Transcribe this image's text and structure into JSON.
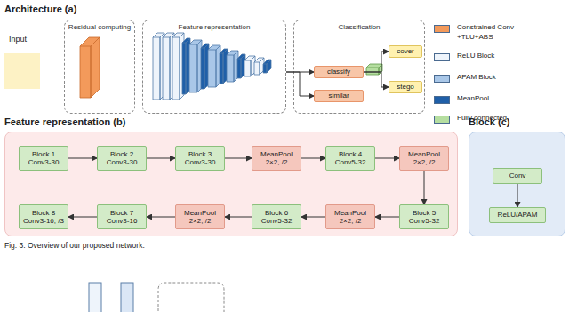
{
  "diagram": {
    "title": "Architecture (a)",
    "caption": "Fig. 3. Overview of our proposed network.",
    "nodes": [
      {
        "text": [
          "Residual computing"
        ]
      },
      {
        "text": [
          "Feature representation"
        ]
      },
      {
        "text": [
          "Classification"
        ]
      },
      {
        "text": [
          "Input"
        ]
      },
      {
        "text": [
          "classify"
        ],
        "in": 2
      },
      {
        "text": [
          "similar"
        ],
        "in": 2
      },
      {
        "text": [
          "cover"
        ],
        "in": 2
      },
      {
        "text": [
          "stego"
        ],
        "in": 2
      },
      {
        "text": [
          "Feature representation (b)"
        ]
      },
      {
        "text": [
          "Block 1",
          "Conv3-30"
        ],
        "in": 8
      },
      {
        "text": [
          "Block 2",
          "Conv3-30"
        ],
        "in": 8
      },
      {
        "text": [
          "Block 3",
          "Conv3-30"
        ],
        "in": 8
      },
      {
        "text": [
          "MeanPool",
          "2×2, /2"
        ],
        "in": 8
      },
      {
        "text": [
          "Block 4",
          "Conv5-32"
        ],
        "in": 8
      },
      {
        "text": [
          "MeanPool",
          "2×2, /2"
        ],
        "in": 8
      },
      {
        "text": [
          "Block 8",
          "Conv3-16, /3"
        ],
        "in": 8
      },
      {
        "text": [
          "Block 7",
          "Conv3-16"
        ],
        "in": 8
      },
      {
        "text": [
          "MeanPool",
          "2×2, /2"
        ],
        "in": 8
      },
      {
        "text": [
          "Block 6",
          "Conv5-32"
        ],
        "in": 8
      },
      {
        "text": [
          "MeanPool",
          "2×2, /2"
        ],
        "in": 8
      },
      {
        "text": [
          "Block 5",
          "Conv5-32"
        ],
        "in": 8
      },
      {
        "text": [
          "Block (c)"
        ]
      },
      {
        "text": [
          "Conv"
        ],
        "in": 21
      },
      {
        "text": [
          "ReLU/APAM"
        ],
        "in": 21
      }
    ],
    "edges": [
      {
        "from": 1,
        "to": 4,
        "arrow": "to"
      },
      {
        "from": 1,
        "to": 5,
        "arrow": "to"
      },
      {
        "from": 4,
        "to": 6,
        "arrow": "to"
      },
      {
        "from": 4,
        "to": 7,
        "arrow": "to"
      },
      {
        "from": 9,
        "to": 10,
        "arrow": "to"
      },
      {
        "from": 10,
        "to": 11,
        "arrow": "to"
      },
      {
        "from": 11,
        "to": 12,
        "arrow": "to"
      },
      {
        "from": 12,
        "to": 13,
        "arrow": "to"
      },
      {
        "from": 13,
        "to": 14,
        "arrow": "to"
      },
      {
        "from": 14,
        "to": 20,
        "arrow": "to"
      },
      {
        "from": 20,
        "to": 19,
        "arrow": "to"
      },
      {
        "from": 19,
        "to": 18,
        "arrow": "to"
      },
      {
        "from": 18,
        "to": 17,
        "arrow": "to"
      },
      {
        "from": 17,
        "to": 16,
        "arrow": "to"
      },
      {
        "from": 16,
        "to": 15,
        "arrow": "to"
      },
      {
        "from": 22,
        "to": 23,
        "arrow": "to"
      }
    ],
    "legend": [
      {
        "text": "Constrained Conv +TLU+ABS",
        "color": "#f39a5b"
      },
      {
        "text": "ReLU Block",
        "color": "#eef4fb"
      },
      {
        "text": "APAM Block",
        "color": "#a9c7e8"
      },
      {
        "text": "MeanPool",
        "color": "#1f5fa8"
      },
      {
        "text": "Fully connected",
        "color": "#b5dea0"
      }
    ]
  }
}
